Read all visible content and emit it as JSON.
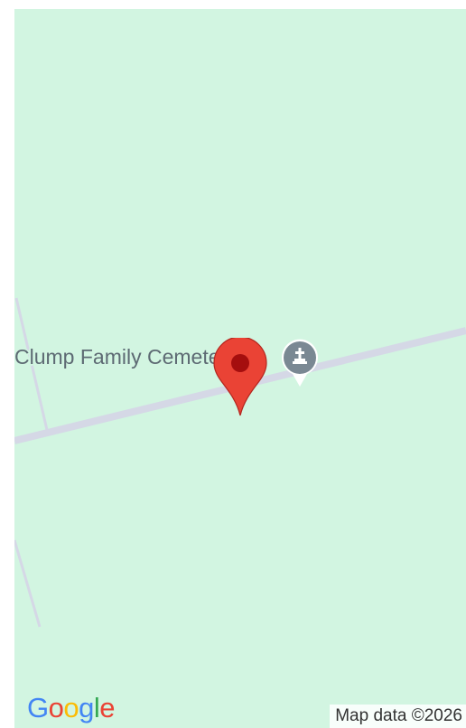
{
  "map": {
    "poi": {
      "label": "Clump Family Cemetery",
      "category_icon": "cemetery-icon"
    },
    "marker": {
      "icon": "location-pin-icon",
      "color": "#ea4335"
    },
    "logo": {
      "letters": [
        "G",
        "o",
        "o",
        "g",
        "l",
        "e"
      ],
      "colors": [
        "#4285f4",
        "#ea4335",
        "#fbbc05",
        "#4285f4",
        "#34a853",
        "#ea4335"
      ]
    },
    "attribution": "Map data ©2026",
    "colors": {
      "land": "#d2f5e1",
      "road": "#d5d8e6",
      "poi_text": "#5d6a73",
      "poi_badge": "#7a8893"
    }
  }
}
